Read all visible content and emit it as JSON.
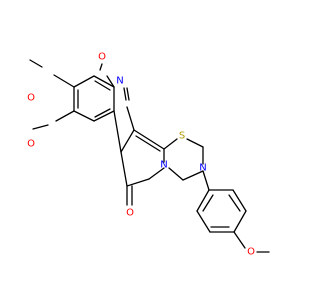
{
  "colors": {
    "background": "#ffffff",
    "bond": "#000000",
    "carbon_text": "#000000",
    "oxygen": "#ff0000",
    "nitrogen": "#0000ff",
    "sulfur": "#b29b00"
  },
  "atoms": {
    "o_top": "O",
    "o_upper_left": "O",
    "o_lower_left": "O",
    "o_ketone": "O",
    "o_para_methoxy": "O",
    "n_ring_fused": "N",
    "n_ring_aryl": "N",
    "n_nitrile": "N",
    "s_ring": "S"
  }
}
